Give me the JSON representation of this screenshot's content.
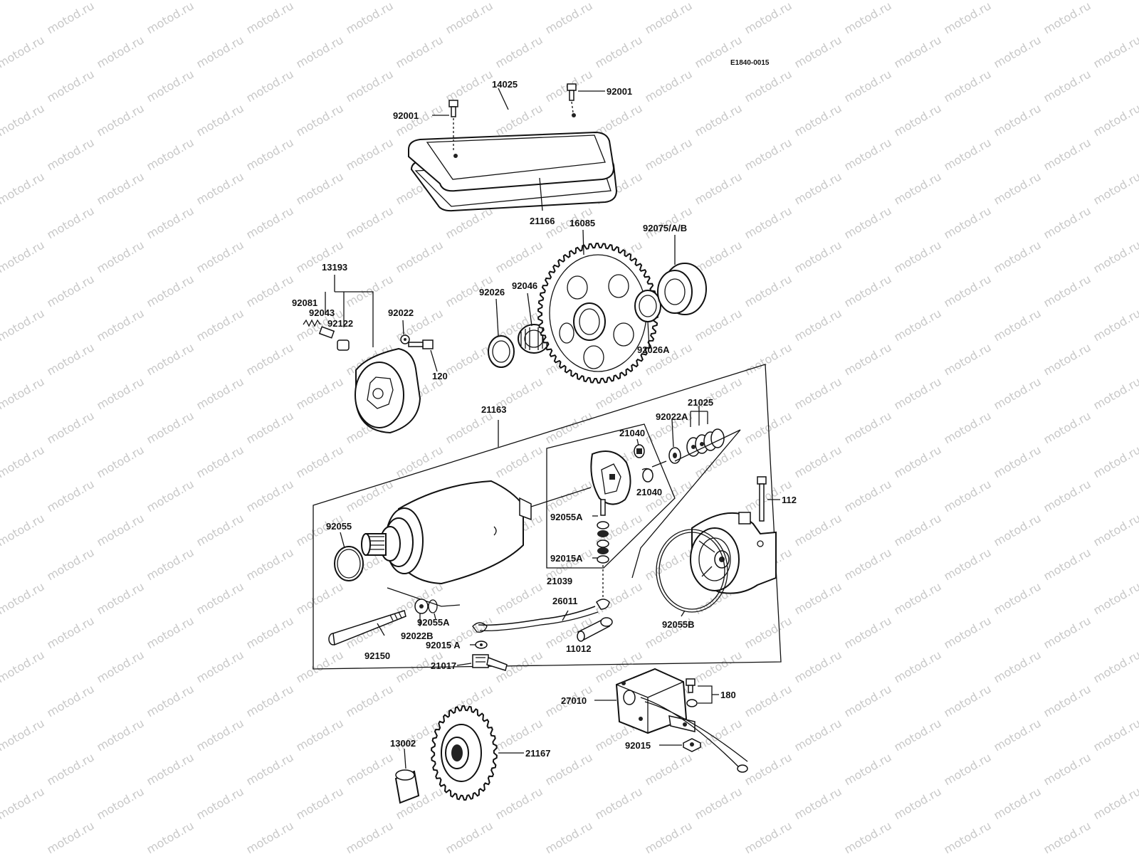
{
  "drawing_code": "E1840-0015",
  "watermark": "motod.ru",
  "colors": {
    "ink": "#111111",
    "watermark": "#c8c8c8",
    "background": "#ffffff"
  },
  "labels": {
    "p14025": "14025",
    "p92001_left": "92001",
    "p92001_right": "92001",
    "p21166": "21166",
    "p16085": "16085",
    "p92075": "92075/A/B",
    "p13193": "13193",
    "p92081": "92081",
    "p92043": "92043",
    "p92122": "92122",
    "p92022": "92022",
    "p120": "120",
    "p92026": "92026",
    "p92046": "92046",
    "p92026A": "92026A",
    "p21163": "21163",
    "p21025": "21025",
    "p92022A": "92022A",
    "p21040_top": "21040",
    "p21040_bottom": "21040",
    "p112": "112",
    "p92055": "92055",
    "p92055A_upper": "92055A",
    "p92015A_upper": "92015A",
    "p21039": "21039",
    "p26011": "26011",
    "p92055A_lower": "92055A",
    "p92022B": "92022B",
    "p92015A_lower": "92015 A",
    "p92150": "92150",
    "p21017": "21017",
    "p11012": "11012",
    "p92055B": "92055B",
    "p27010": "27010",
    "p180": "180",
    "p92015": "92015",
    "p13002": "13002",
    "p21167": "21167"
  }
}
